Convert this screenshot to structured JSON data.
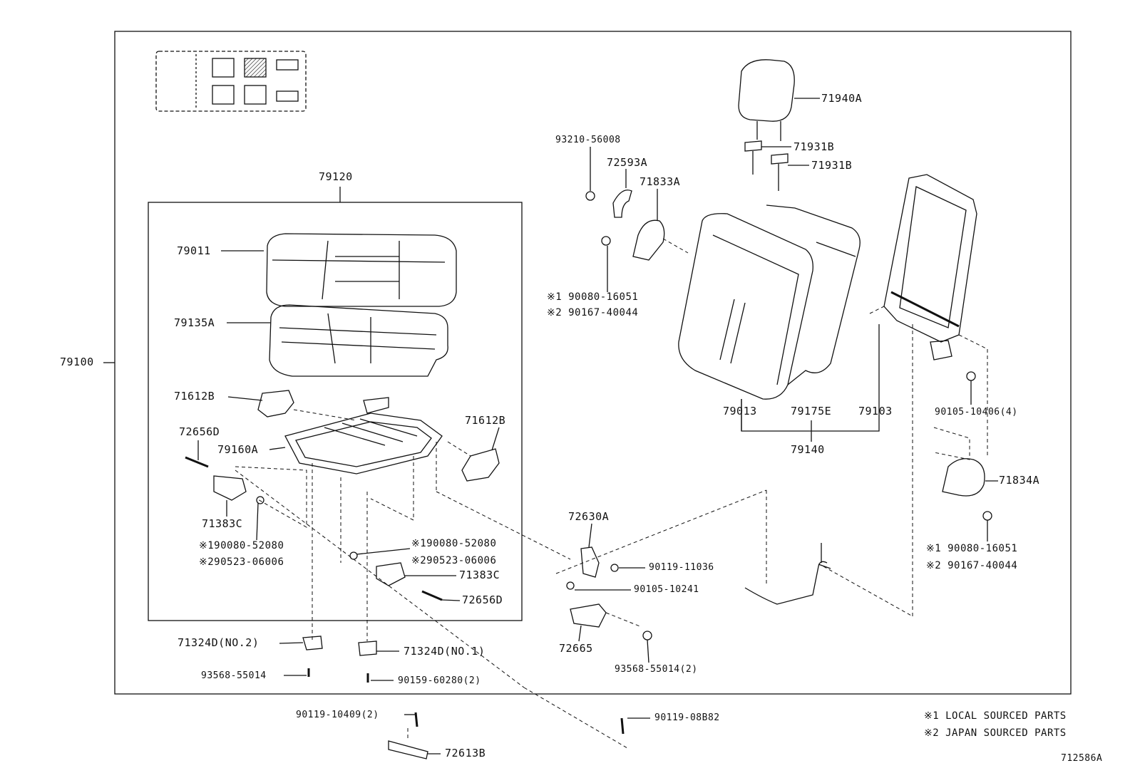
{
  "diagram_id": "712586A",
  "assembly": "79100",
  "seat_cushion_assy": "79120",
  "seatback_assy": "79140",
  "legend": [
    "※1 LOCAL SOURCED PARTS",
    "※2 JAPAN SOURCED PARTS"
  ],
  "labels": {
    "p79011": "79011",
    "p79135A": "79135A",
    "p71612B_left": "71612B",
    "p71612B_right": "71612B",
    "p72656D_left": "72656D",
    "p79160A": "79160A",
    "p71383C_left": "71383C",
    "note_left_1": "※190080-52080",
    "note_left_2": "※290523-06006",
    "note_mid_1": "※190080-52080",
    "note_mid_2": "※290523-06006",
    "p71383C_mid": "71383C",
    "p72656D_mid": "72656D",
    "p71324D_no2": "71324D(NO.2)",
    "p93568_55014": "93568-55014",
    "p71324D_no1": "71324D(NO.1)",
    "p90159_60280": "90159-60280(2)",
    "p90119_10409": "90119-10409(2)",
    "p72613B": "72613B",
    "p90119_08B82": "90119-08B82",
    "p93210_56008": "93210-56008",
    "p72593A": "72593A",
    "p71833A": "71833A",
    "note_bolt_1": "※1 90080-16051",
    "note_bolt_2": "※2 90167-40044",
    "p71940A": "71940A",
    "p71931B_1": "71931B",
    "p71931B_2": "71931B",
    "p79013": "79013",
    "p79175E": "79175E",
    "p79103": "79103",
    "p90105_10406": "90105-10406(4)",
    "p71834A": "71834A",
    "note_right_1": "※1 90080-16051",
    "note_right_2": "※2 90167-40044",
    "p72630A": "72630A",
    "p90119_11036": "90119-11036",
    "p90105_10241": "90105-10241",
    "p72665": "72665",
    "p93568_55014_2": "93568-55014(2)"
  }
}
